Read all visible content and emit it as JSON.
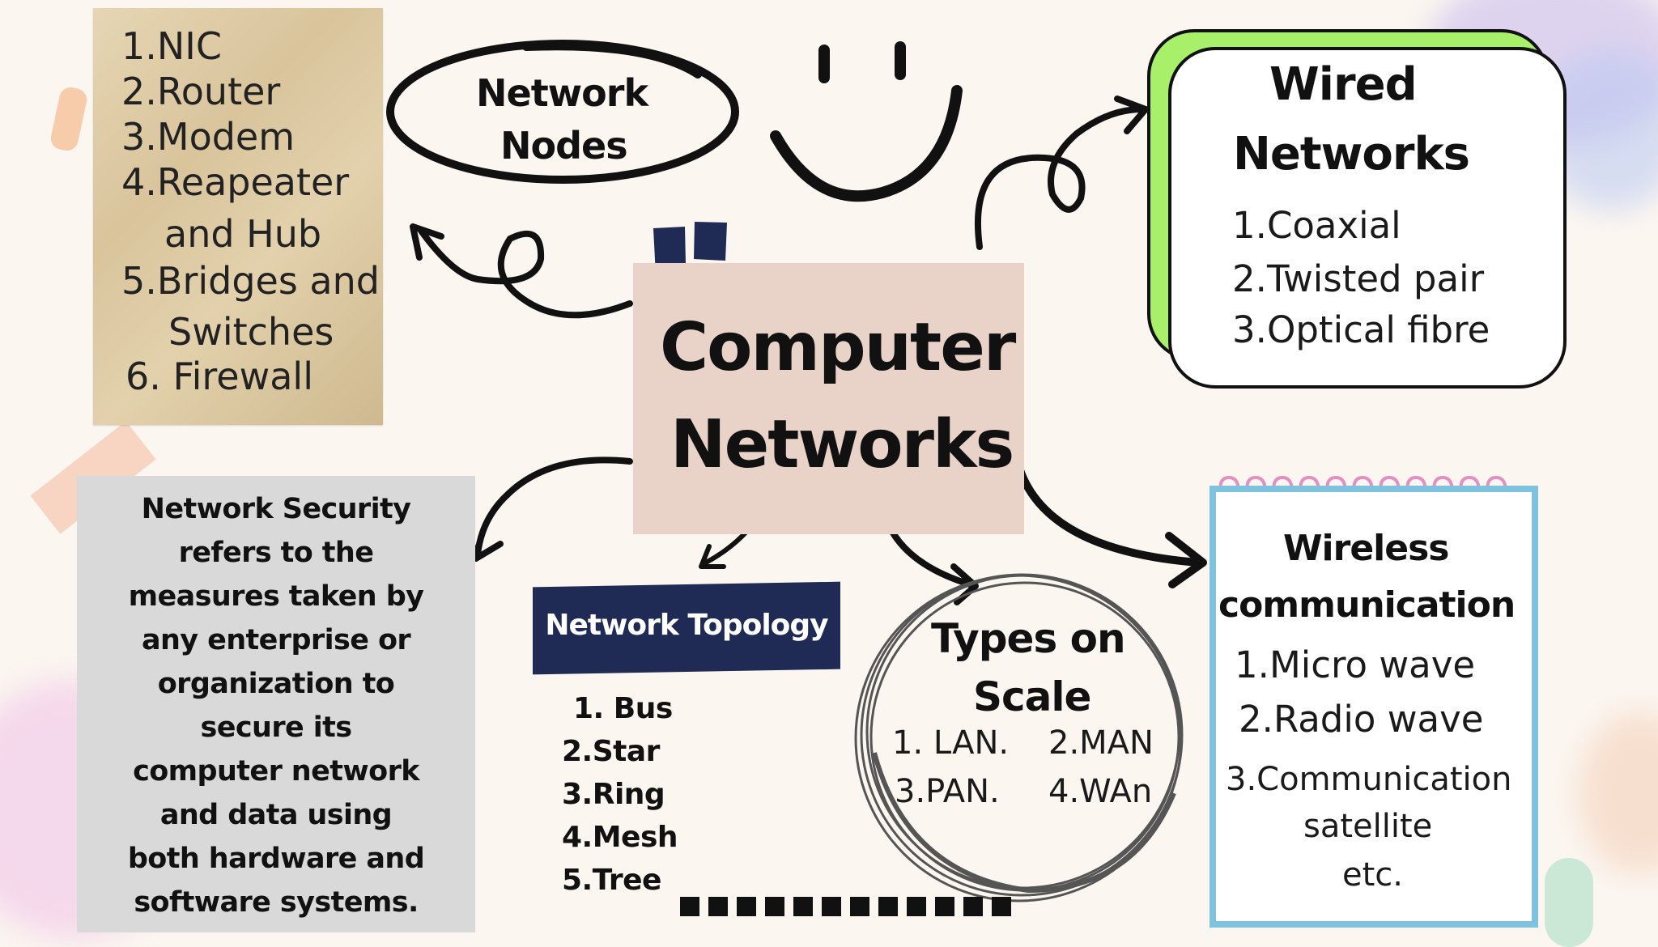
{
  "center": {
    "line1": "Computer",
    "line2": "Networks"
  },
  "network_nodes": {
    "title_line1": "Network",
    "title_line2": "Nodes",
    "items": [
      {
        "num": "1.",
        "text": "NIC"
      },
      {
        "num": "2.",
        "text": "Router"
      },
      {
        "num": "3.",
        "text": "Modem"
      },
      {
        "num": "4.",
        "text": "Reapeater"
      },
      {
        "num": "",
        "text": "and Hub"
      },
      {
        "num": "5.",
        "text": "Bridges and"
      },
      {
        "num": "",
        "text": "Switches"
      },
      {
        "num": "6.",
        "text": "Firewall"
      }
    ]
  },
  "wired": {
    "title_line1": "Wired",
    "title_line2": "Networks",
    "items": [
      {
        "num": "1.",
        "text": "Coaxial"
      },
      {
        "num": "2.",
        "text": "Twisted pair"
      },
      {
        "num": "3.",
        "text": "Optical fibre"
      }
    ]
  },
  "security": {
    "lines": [
      "Network Security",
      "refers to the",
      "measures taken by",
      "any enterprise or",
      "organization to",
      "secure its",
      "computer network",
      "and data using",
      "both hardware and",
      "software systems."
    ]
  },
  "topology": {
    "title": "Network Topology",
    "items": [
      "1.  Bus",
      "2.Star",
      "3.Ring",
      "4.Mesh",
      "5.Tree"
    ]
  },
  "scale": {
    "title_line1": "Types on",
    "title_line2": "Scale",
    "items": [
      "1. LAN.",
      "2.MAN",
      "3.PAN.",
      "4.WAn"
    ]
  },
  "wireless": {
    "title_line1": "Wireless",
    "title_line2": "communication",
    "items": [
      {
        "num": "1.",
        "text": "Micro wave"
      },
      {
        "num": "2.",
        "text": "Radio wave"
      },
      {
        "num": "3.",
        "text": "Communication"
      },
      {
        "num": "",
        "text": "satellite"
      },
      {
        "num": "",
        "text": "etc."
      }
    ]
  },
  "colors": {
    "background": "#fbf6f0",
    "navy": "#1f2a55",
    "wired_accent": "#a8ef6a",
    "wireless_border": "#7ec2de",
    "parchment": "#dcc8a0",
    "center_note": "#e9d3c8",
    "security_card": "#d9d9d9"
  }
}
